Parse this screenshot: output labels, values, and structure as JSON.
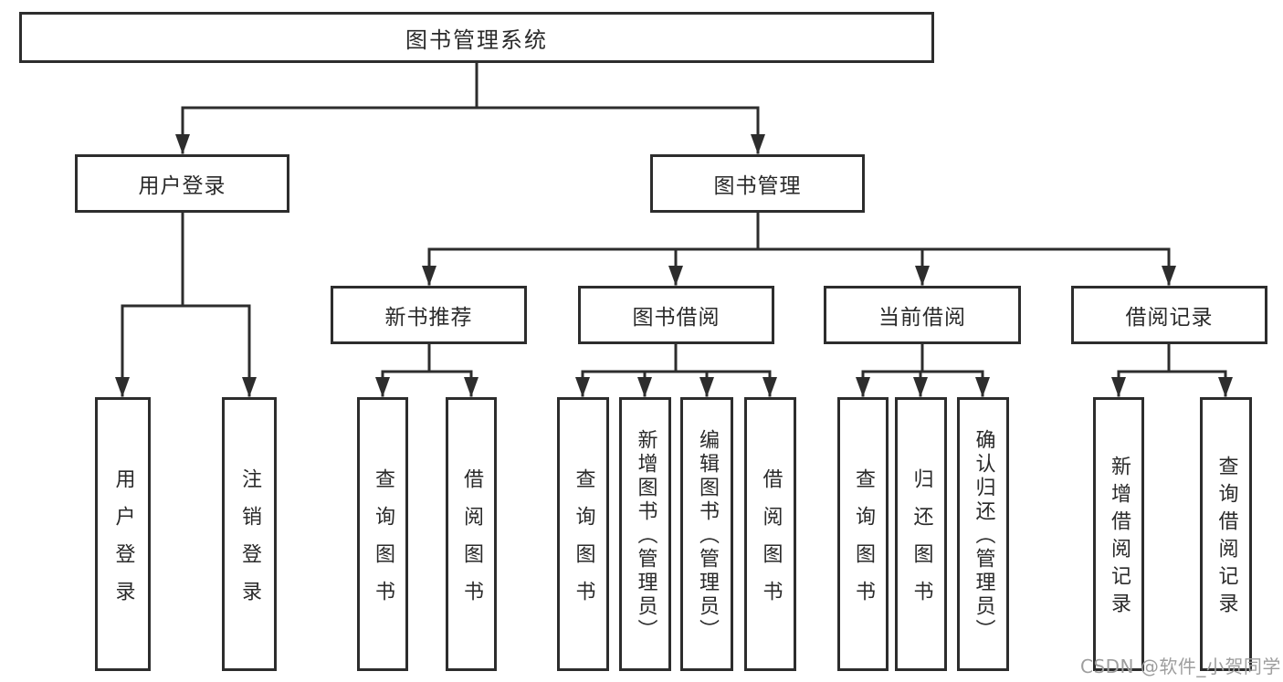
{
  "diagram": {
    "root": {
      "label": "图书管理系统"
    },
    "level2": [
      {
        "label": "用户登录"
      },
      {
        "label": "图书管理"
      }
    ],
    "level3": [
      {
        "label": "新书推荐"
      },
      {
        "label": "图书借阅"
      },
      {
        "label": "当前借阅"
      },
      {
        "label": "借阅记录"
      }
    ],
    "leaves": [
      {
        "label": "用户登录"
      },
      {
        "label": "注销登录"
      },
      {
        "label": "查询图书"
      },
      {
        "label": "借阅图书"
      },
      {
        "label": "查询图书"
      },
      {
        "label": "新增图书（管理员）"
      },
      {
        "label": "编辑图书（管理员）"
      },
      {
        "label": "借阅图书"
      },
      {
        "label": "查询图书"
      },
      {
        "label": "归还图书"
      },
      {
        "label": "确认归还（管理员）"
      },
      {
        "label": "新增借阅记录"
      },
      {
        "label": "查询借阅记录"
      }
    ],
    "watermark": "CSDN @软件_小贺同学",
    "colors": {
      "line": "#2d2d2d",
      "text": "#2a2a2a",
      "background": "#ffffff",
      "watermark": "#9e9e9e"
    }
  }
}
